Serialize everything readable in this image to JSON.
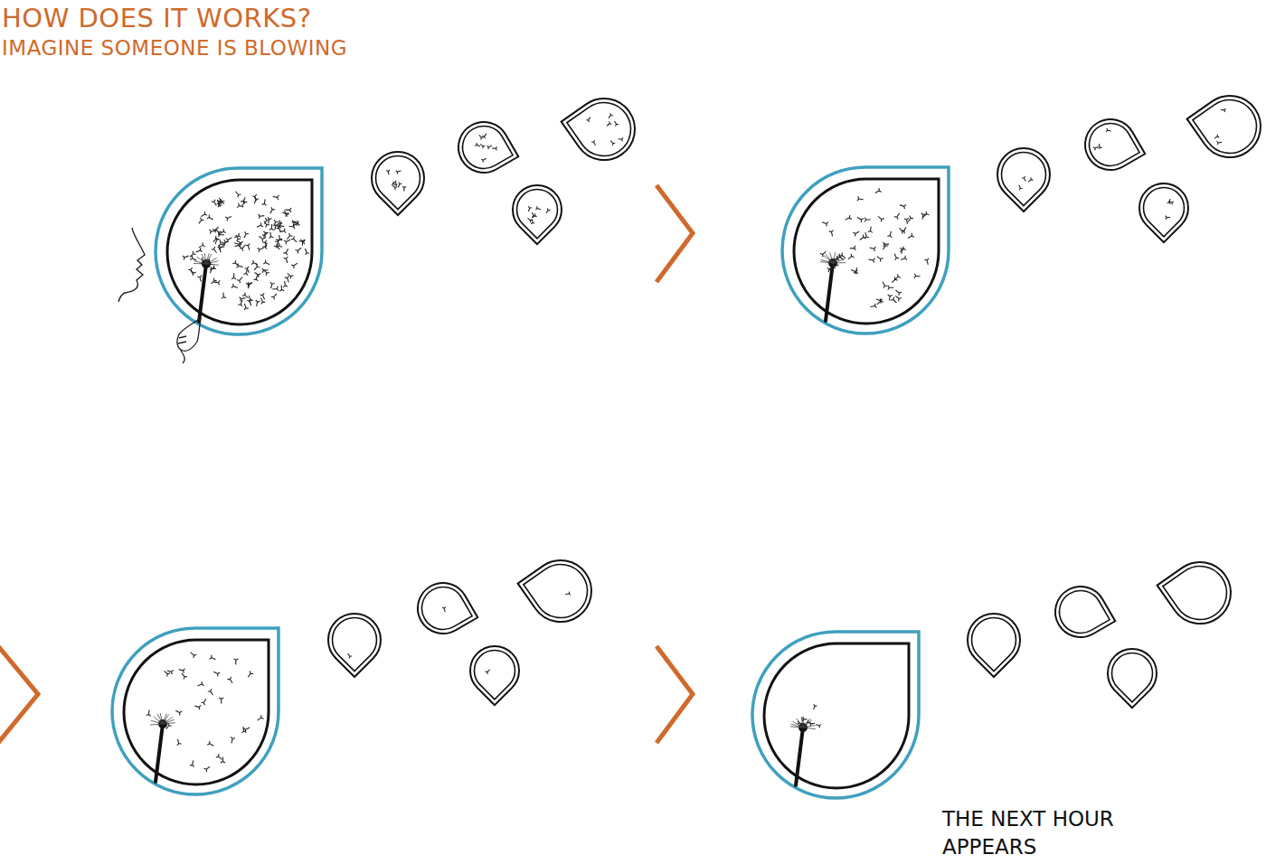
{
  "diagram": {
    "title": "HOW DOES IT WORKS?",
    "labels": [
      "IMAGINE SOMEONE IS BLOWING",
      "THE NEXT HOUR APPEARS"
    ]
  }
}
